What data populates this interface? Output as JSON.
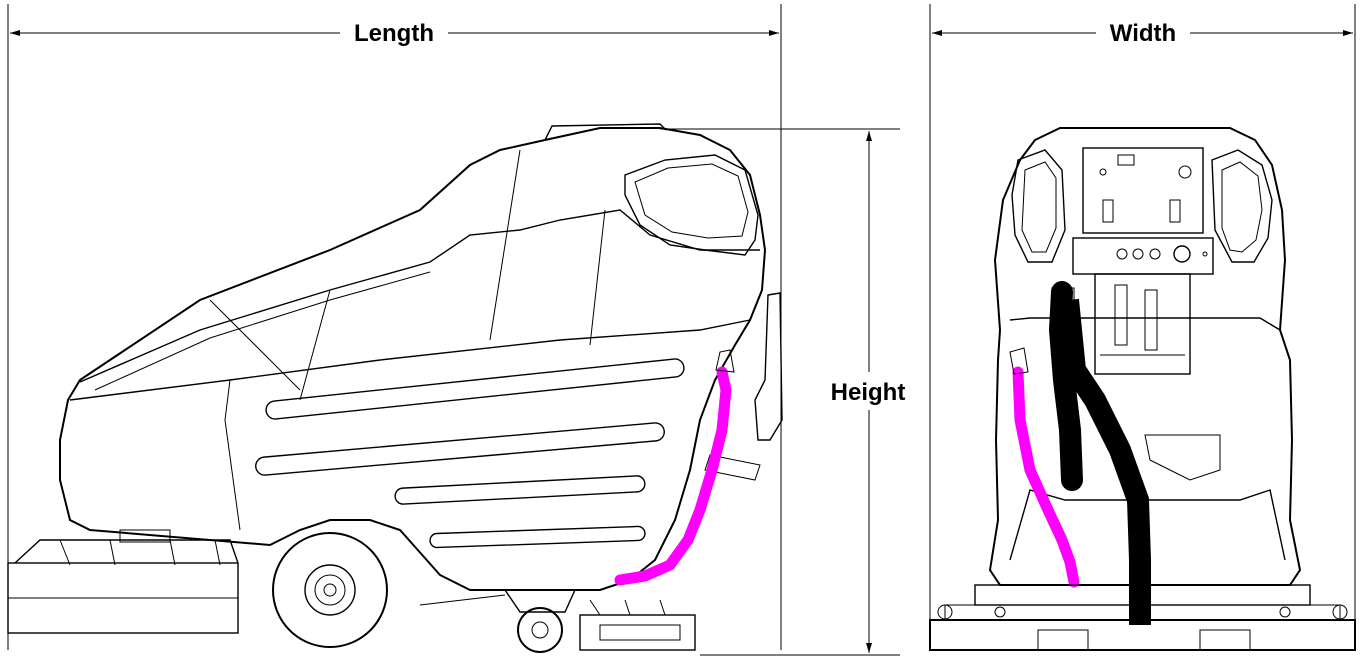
{
  "dimensions": {
    "length_label": "Length",
    "width_label": "Width",
    "height_label": "Height"
  },
  "colors": {
    "line": "#000000",
    "drain_hose": "#ff00ff",
    "recovery_hose": "#000000",
    "background": "#ffffff"
  }
}
